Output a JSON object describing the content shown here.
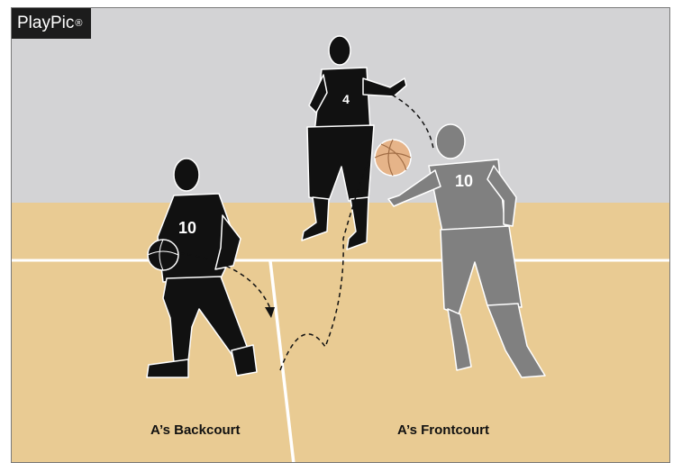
{
  "badge": {
    "brand": "PlayPic",
    "mark": "®"
  },
  "labels": {
    "backcourt": "A’s Backcourt",
    "frontcourt": "A’s Frontcourt"
  },
  "players": {
    "dribbler": {
      "jersey": "10"
    },
    "passer": {
      "jersey": "4"
    },
    "receiver": {
      "jersey": "10"
    }
  },
  "colors": {
    "wall": "#d3d3d5",
    "floor": "#e9cb93",
    "court_line": "#ffffff",
    "silhouette": "#111111",
    "ghost_player": "#808080",
    "ball": "#e6b489"
  }
}
